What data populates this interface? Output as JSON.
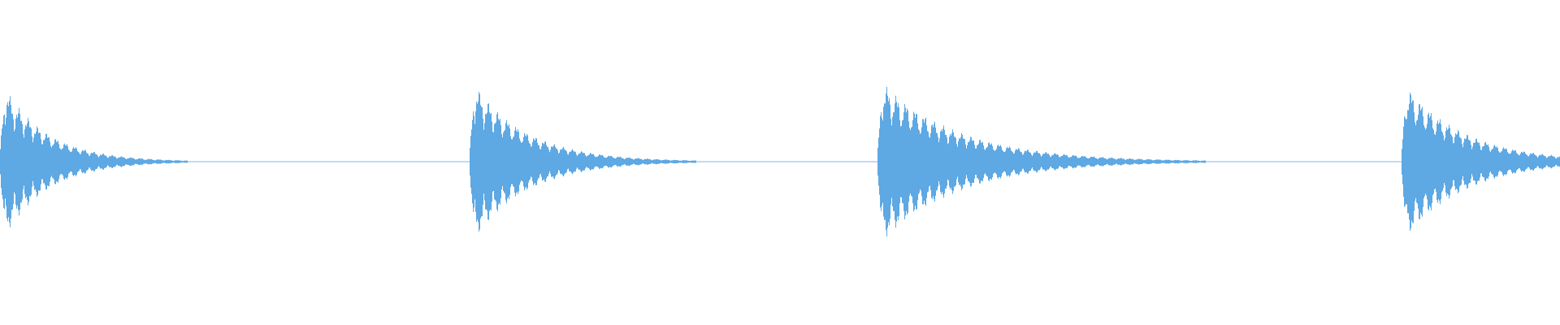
{
  "waveform": {
    "color": "#5ea8e3",
    "background": "#ffffff",
    "bursts": [
      {
        "name": "burst-1",
        "start_frac": 0.0,
        "attack": 0.2,
        "duration_frac": 0.12,
        "peak": 0.97
      },
      {
        "name": "burst-2",
        "start_frac": 0.301,
        "attack": 0.4,
        "duration_frac": 0.145,
        "peak": 1.0
      },
      {
        "name": "burst-3",
        "start_frac": 0.5625,
        "attack": 0.35,
        "duration_frac": 0.21,
        "peak": 1.0
      },
      {
        "name": "burst-4",
        "start_frac": 0.8984,
        "attack": 0.3,
        "duration_frac": 0.16,
        "peak": 0.98
      }
    ]
  }
}
